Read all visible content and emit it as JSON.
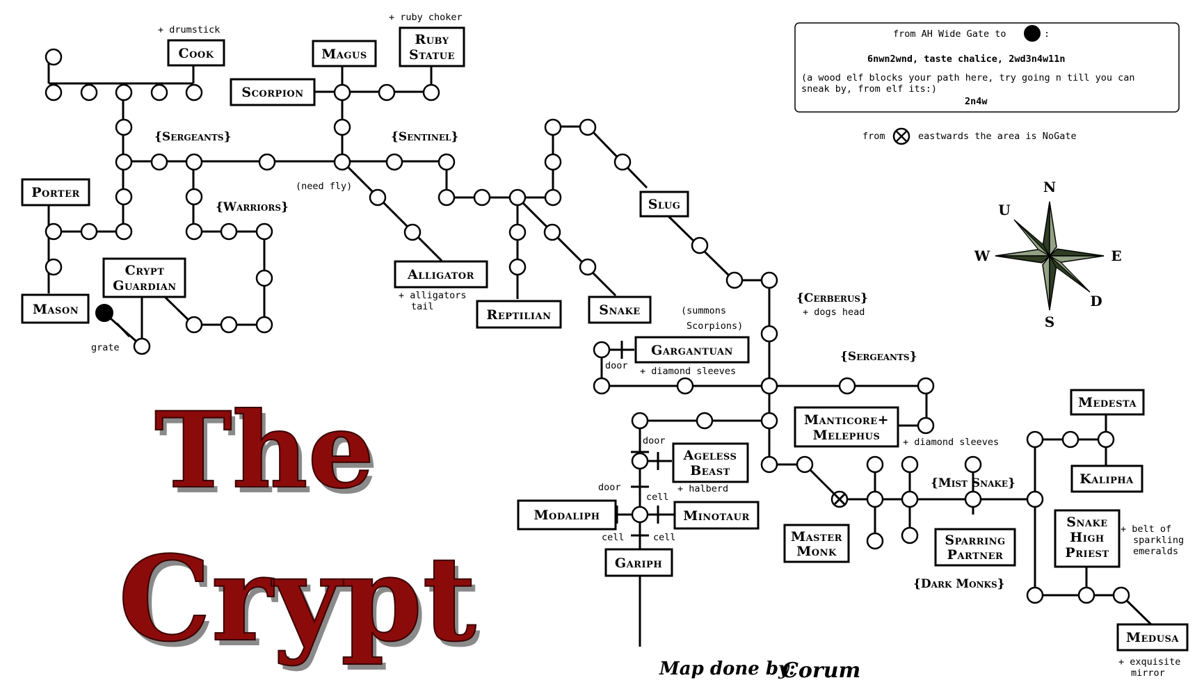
{
  "map": {
    "gothic_title_line1": "The",
    "gothic_title_line2": "Crypt",
    "credit_label": "Map done by:",
    "signature": "Corum",
    "colors": {
      "title_fill": "#8b0b0b",
      "title_shadow": "#8a8a8a",
      "compass_dark": "#2e3d23",
      "compass_light": "#93a284"
    },
    "info_box": {
      "line1": "from AH Wide Gate to",
      "line1_suffix": ":",
      "route": "6nwn2wnd, taste chalice, 2wd3n4w11n",
      "note_line1": "(a wood elf blocks your path here, try going n till you can",
      "note_line2": "sneak by, from elf its:)",
      "note_route": "2n4w"
    },
    "nogate_note": {
      "prefix": "from",
      "suffix": "eastwards the area is NoGate"
    },
    "compass": {
      "n": "N",
      "s": "S",
      "e": "E",
      "w": "W",
      "u": "U",
      "d": "D"
    },
    "mob_boxes": [
      {
        "lines": [
          "Cook"
        ]
      },
      {
        "lines": [
          "Magus"
        ]
      },
      {
        "lines": [
          "Ruby",
          "Statue"
        ]
      },
      {
        "lines": [
          "Scorpion"
        ]
      },
      {
        "lines": [
          "Porter"
        ]
      },
      {
        "lines": [
          "Mason"
        ]
      },
      {
        "lines": [
          "Crypt",
          "Guardian"
        ]
      },
      {
        "lines": [
          "Alligator"
        ]
      },
      {
        "lines": [
          "Reptilian"
        ]
      },
      {
        "lines": [
          "Snake"
        ]
      },
      {
        "lines": [
          "Slug"
        ]
      },
      {
        "lines": [
          "Gargantuan"
        ]
      },
      {
        "lines": [
          "Manticore+",
          "Melephus"
        ]
      },
      {
        "lines": [
          "Ageless",
          "Beast"
        ]
      },
      {
        "lines": [
          "Modaliph"
        ]
      },
      {
        "lines": [
          "Minotaur"
        ]
      },
      {
        "lines": [
          "Gariph"
        ]
      },
      {
        "lines": [
          "Master",
          "Monk"
        ]
      },
      {
        "lines": [
          "Sparring",
          "Partner"
        ]
      },
      {
        "lines": [
          "Medesta"
        ]
      },
      {
        "lines": [
          "Kalipha"
        ]
      },
      {
        "lines": [
          "Snake",
          "High",
          "Priest"
        ]
      },
      {
        "lines": [
          "Medusa"
        ]
      }
    ],
    "groups": [
      "{Sergeants}",
      "{Sentinel}",
      "{Warriors}",
      "{Cerberus}",
      "{Sergeants}",
      "{Mist Snake}",
      "{Dark Monks}"
    ],
    "notes": [
      "+ drumstick",
      "+ ruby choker",
      "(need fly)",
      "+ alligators",
      "tail",
      "grate",
      "(summons",
      "Scorpions)",
      "+ dogs head",
      "door",
      "+ diamond sleeves",
      "+ diamond sleeves",
      "door",
      "+ halberd",
      "door",
      "cell",
      "cell",
      "cell",
      "+ belt of",
      "sparkling",
      "emeralds",
      "+ exquisite",
      "mirror"
    ]
  }
}
